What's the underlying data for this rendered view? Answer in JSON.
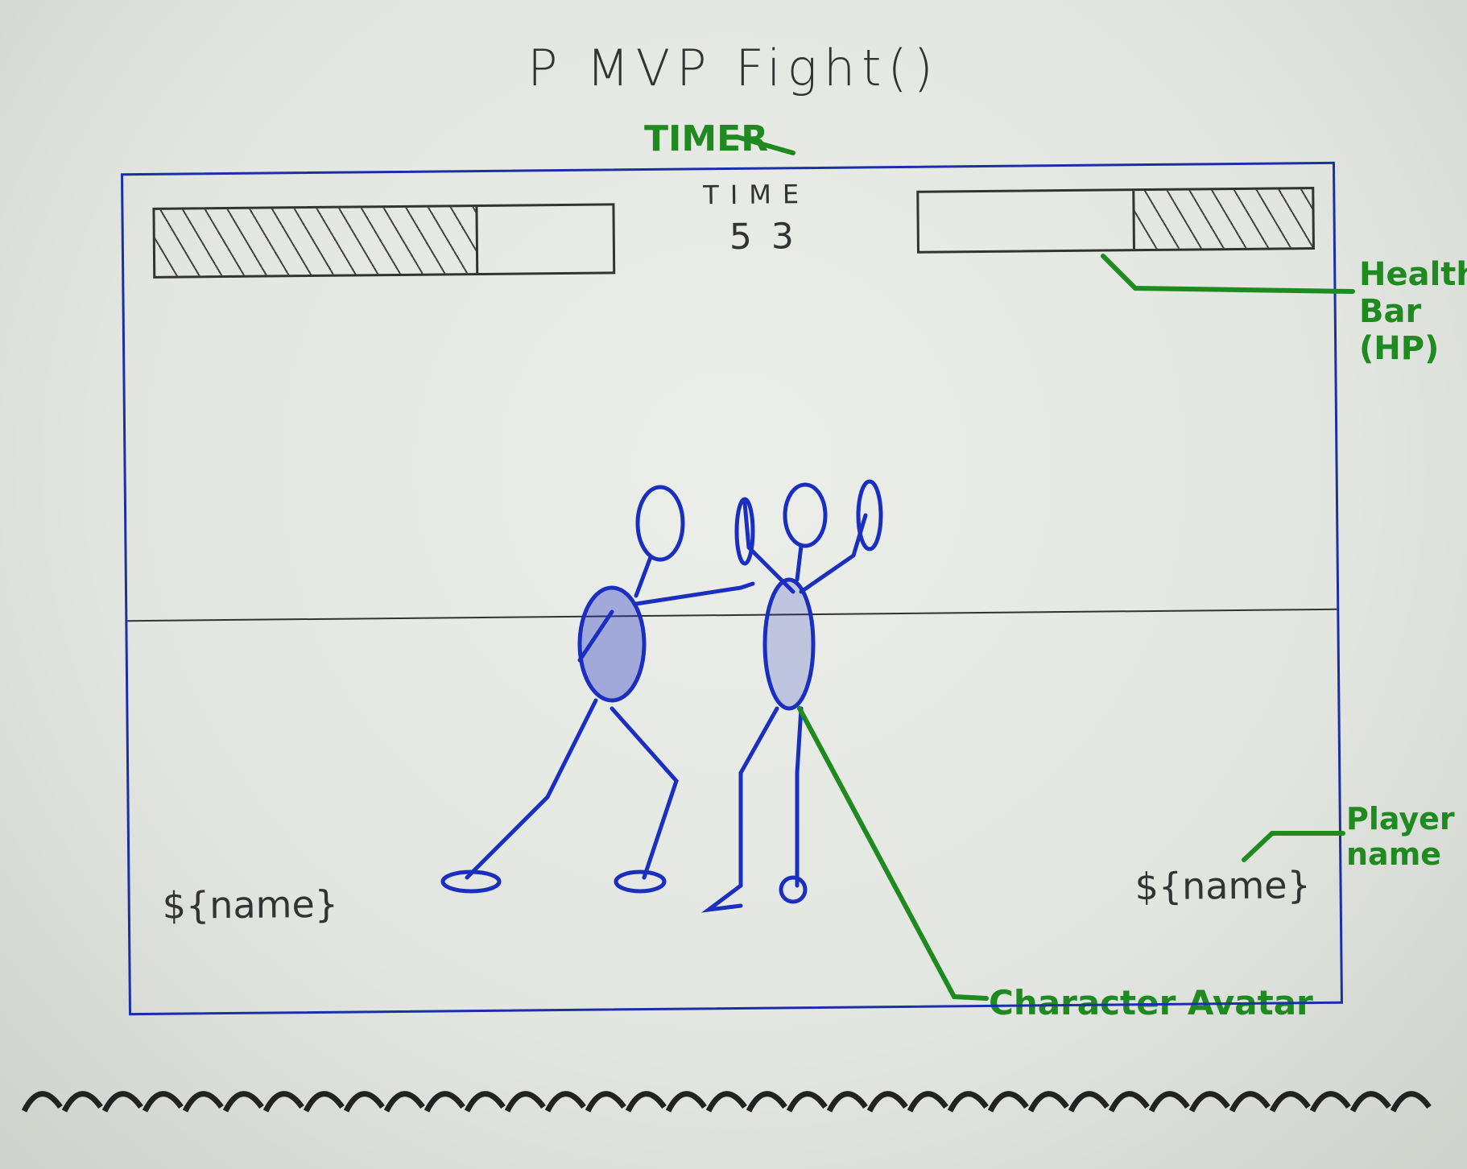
{
  "title": "P MVP Fight()",
  "annotations": {
    "timer": "TIMER",
    "health_bar": "Health Bar (HP)",
    "player_name": "Player name",
    "character_avatar": "Character Avatar"
  },
  "hud": {
    "timer_label": "TIME",
    "timer_value": "53",
    "left_hp_fraction": 0.7,
    "right_hp_fraction": 0.45
  },
  "players": {
    "left_name": "${name}",
    "right_name": "${name}"
  },
  "colors": {
    "frame": "#1a2fa8",
    "annotation": "#1f8a1f",
    "figures": "#1a2fbf"
  }
}
